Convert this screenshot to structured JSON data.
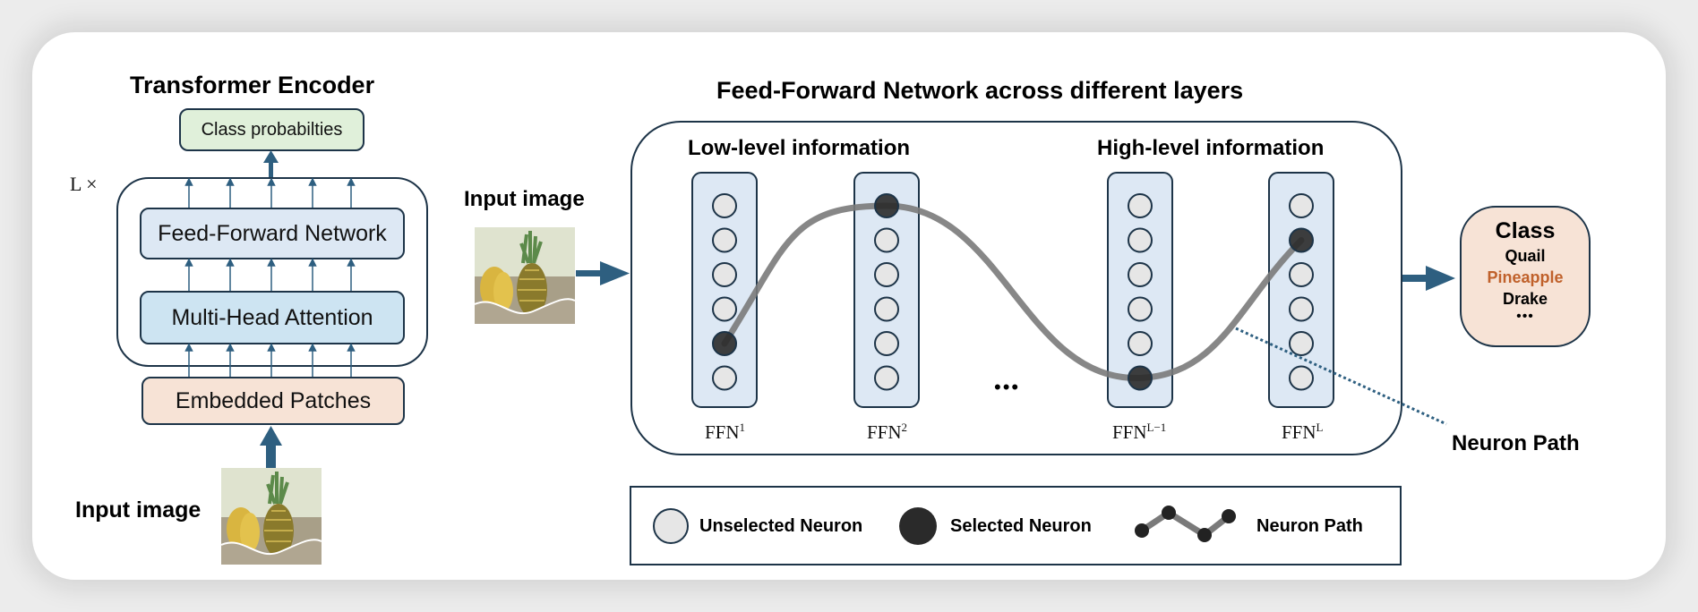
{
  "encoder": {
    "title": "Transformer Encoder",
    "class_probabilities": "Class probabilties",
    "repeat_label": "L ×",
    "ffn_block": "Feed-Forward Network",
    "mha_block": "Multi-Head Attention",
    "embedded_patches": "Embedded Patches",
    "input_label": "Input image"
  },
  "ffn_section": {
    "title": "Feed-Forward Network across different layers",
    "input_label": "Input image",
    "low_level_label": "Low-level information",
    "high_level_label": "High-level information",
    "ellipsis": "•••",
    "layers": [
      {
        "base": "FFN",
        "sup": "1",
        "neurons": 6,
        "selected_index": 4
      },
      {
        "base": "FFN",
        "sup": "2",
        "neurons": 6,
        "selected_index": 0
      },
      {
        "base": "FFN",
        "sup": "L−1",
        "neurons": 6,
        "selected_index": 5
      },
      {
        "base": "FFN",
        "sup": "L",
        "neurons": 6,
        "selected_index": 1
      }
    ],
    "neuron_path_label": "Neuron Path"
  },
  "class_box": {
    "title": "Class",
    "items": [
      "Quail",
      "Pineapple",
      "Drake"
    ],
    "highlighted_item": "Pineapple",
    "ellipsis": "•••"
  },
  "legend": {
    "unselected": "Unselected Neuron",
    "selected": "Selected Neuron",
    "path": "Neuron Path"
  },
  "colors": {
    "arrow": "#2e5f80",
    "border": "#1d3448",
    "ffn_fill": "#dde8f4",
    "mha_fill": "#cde4f2",
    "class_prob_fill": "#e0f0da",
    "embedded_fill": "#f7e3d6",
    "class_fill": "#f7e3d6",
    "highlight_text": "#c0612b",
    "neuron_unselected": "#e6e6e6",
    "neuron_selected": "#2a2a2a",
    "path": "#7a7a7a"
  }
}
